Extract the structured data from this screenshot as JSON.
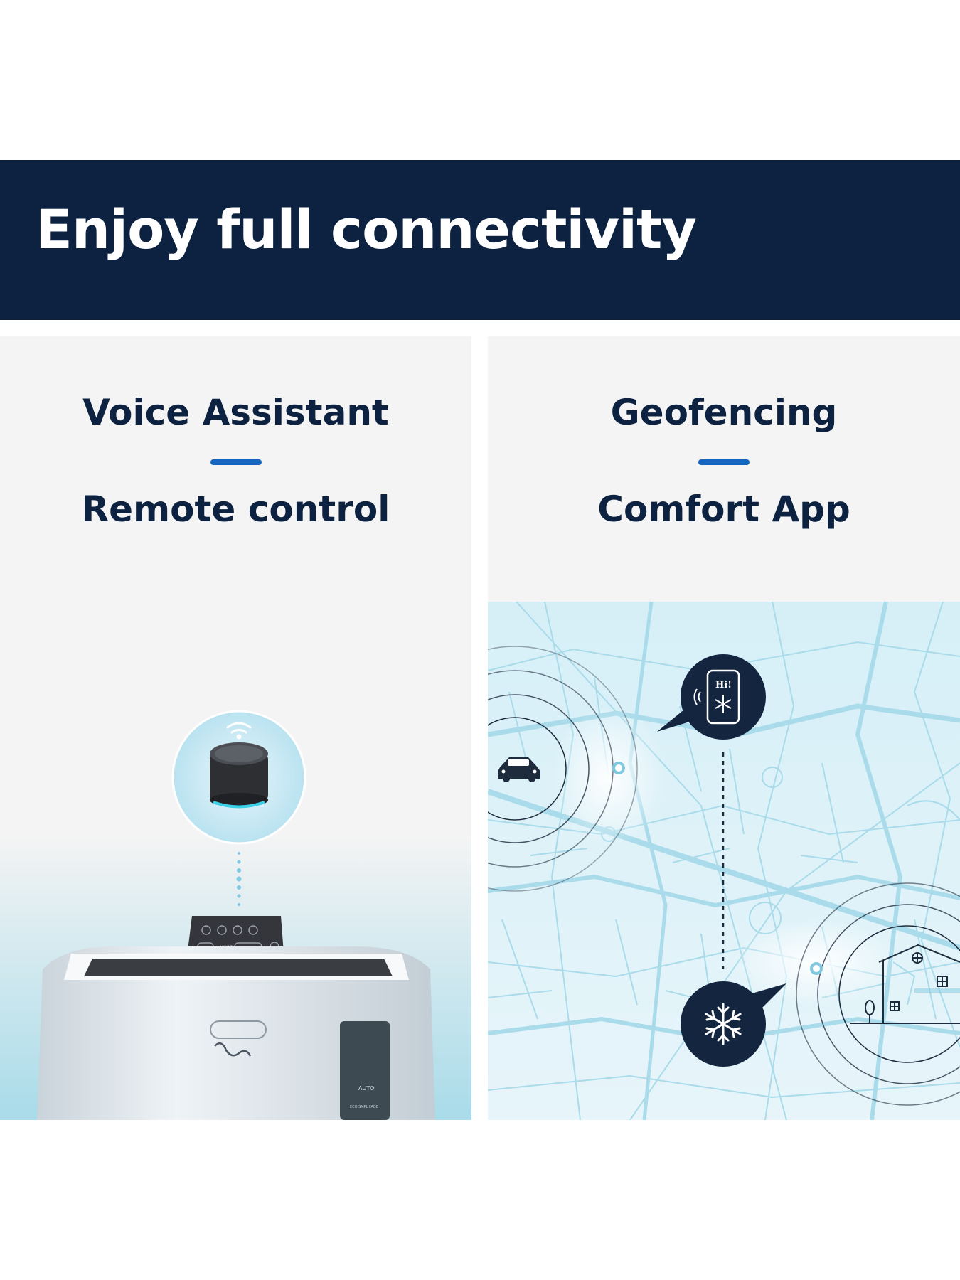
{
  "banner": {
    "title": "Enjoy full connectivity"
  },
  "panels": {
    "left": {
      "title": "Voice Assistant",
      "subtitle": "Remote control"
    },
    "right": {
      "title": "Geofencing",
      "subtitle": "Comfort App"
    }
  },
  "product": {
    "control_mode_label": "MODE",
    "auto_label": "AUTO",
    "display_small_label": "ECO SMPL FADE"
  },
  "app_bubble": {
    "greeting": "Hi!"
  },
  "colors": {
    "navy": "#0d2240",
    "accent_blue": "#1565c0",
    "panel_bg": "#f4f4f4",
    "light_cyan": "#a9dbea"
  },
  "icons": [
    "speaker-icon",
    "wifi-icon",
    "car-icon",
    "phone-icon",
    "snowflake-icon",
    "house-icon",
    "tree-icon"
  ]
}
